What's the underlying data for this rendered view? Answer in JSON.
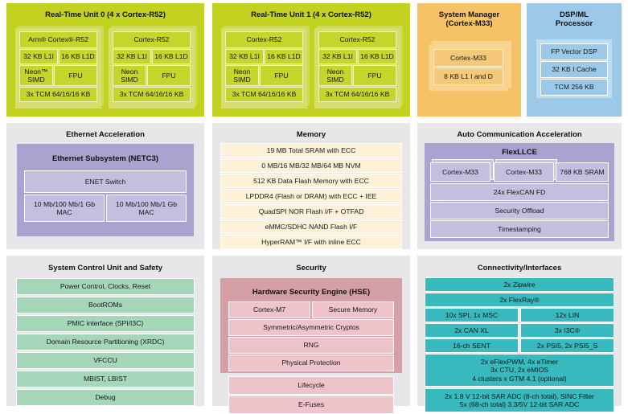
{
  "diagram": {
    "title": "Automotive SoC Block Diagram",
    "colors": {
      "olive": "#c3d21e",
      "orange": "#f5c365",
      "blue": "#9cc9e8",
      "purple": "#a9a3cf",
      "cream": "#fdf2d8",
      "green": "#a6d6b9",
      "pink": "#eec3ca",
      "hse": "#d4a0a6",
      "teal": "#37b9bd",
      "gray": "#e7e7e9"
    }
  },
  "rtu0": {
    "title": "Real-Time Unit 0 (4 x Cortex-R52)",
    "cores": [
      {
        "name": "Arm® Cortex®-R52",
        "l1i": "32 KB L1I",
        "l1d": "16 KB L1D",
        "simd": "Neon™\nSIMD",
        "fpu": "FPU",
        "tcm": "3x TCM 64/16/16 KB"
      },
      {
        "name": "Cortex-R52",
        "l1i": "32 KB L1I",
        "l1d": "16 KB L1D",
        "simd": "Neon\nSIMD",
        "fpu": "FPU",
        "tcm": "3x TCM 64/16/16 KB"
      }
    ]
  },
  "rtu1": {
    "title": "Real-Time Unit 1 (4 x Cortex-R52)",
    "cores": [
      {
        "name": "Cortex-R52",
        "l1i": "32 KB L1I",
        "l1d": "16 KB L1D",
        "simd": "Neon\nSIMD",
        "fpu": "FPU",
        "tcm": "3x TCM 64/16/16 KB"
      },
      {
        "name": "Cortex-R52",
        "l1i": "32 KB L1I",
        "l1d": "16 KB L1D",
        "simd": "Neon\nSIMD",
        "fpu": "FPU",
        "tcm": "3x TCM 64/16/16 KB"
      }
    ]
  },
  "system_manager": {
    "title": "System Manager\n(Cortex-M33)",
    "items": [
      "Cortex-M33",
      "8 KB L1 I and D"
    ]
  },
  "dsp_ml": {
    "title": "DSP/ML\nProcessor",
    "items": [
      "FP Vector DSP",
      "32 KB I Cache",
      "TCM 256 KB"
    ]
  },
  "ethernet": {
    "title": "Ethernet Acceleration",
    "subsystem_title": "Ethernet Subsystem (NETC3)",
    "switch": "ENET Switch",
    "macs": [
      "10 Mb/100 Mb/1 Gb\nMAC",
      "10 Mb/100 Mb/1 Gb\nMAC"
    ]
  },
  "memory": {
    "title": "Memory",
    "items": [
      "19 MB Total SRAM with ECC",
      "0 MB/16 MB/32 MB/64 MB NVM",
      "512 KB Data Flash Memory with ECC",
      "LPDDR4 (Flash or DRAM) with ECC + IEE",
      "QuadSPI NOR Flash I/F + OTFAD",
      "eMMC/SDHC NAND Flash I/F",
      "HyperRAM™ I/F with inline ECC"
    ]
  },
  "auto_comm": {
    "title": "Auto Communication Acceleration",
    "flexllce_title": "FlexLLCE",
    "row_top": [
      "Cortex-M33",
      "Cortex-M33",
      "768 KB SRAM"
    ],
    "rows": [
      "24x FlexCAN FD",
      "Security Offload",
      "Timestamping"
    ]
  },
  "system_control": {
    "title": "System Control Unit and Safety",
    "items": [
      "Power Control, Clocks, Reset",
      "BootROMs",
      "PMIC interface (SPI/I3C)",
      "Domain Resource Partitioning (XRDC)",
      "VFCCU",
      "MBIST, LBIST",
      "Debug"
    ]
  },
  "security": {
    "title": "Security",
    "hse_title": "Hardware Security Engine (HSE)",
    "hse_row": [
      "Cortex-M7",
      "Secure Memory"
    ],
    "hse_items": [
      "Symmetric/Asymmetric Cryptos",
      "RNG",
      "Physical Protection"
    ],
    "outer_items": [
      "Lifecycle",
      "E-Fuses"
    ]
  },
  "connectivity": {
    "title": "Connectivity/Interfaces",
    "full_rows_top": [
      "2x Zipwire",
      "2x FlexRay®"
    ],
    "split_rows": [
      {
        "left": "10x SPI, 1x MSC",
        "right": "12x LIN"
      },
      {
        "left": "2x CAN XL",
        "right": "3x I3C®"
      },
      {
        "left": "16-ch SENT",
        "right": "2x PSI5, 2x PSI5_S"
      }
    ],
    "timer_block": "2x eFlexPWM, 4x eTimer\n3x CTU, 2x eMIOS\n4 clusters x GTM 4.1 (optional)",
    "adc_block": "2x 1.8 V 12-bit SAR ADC (8-ch total), SINC Filter\n5x (68-ch total) 3.3/5V 12-bit SAR ADC"
  }
}
